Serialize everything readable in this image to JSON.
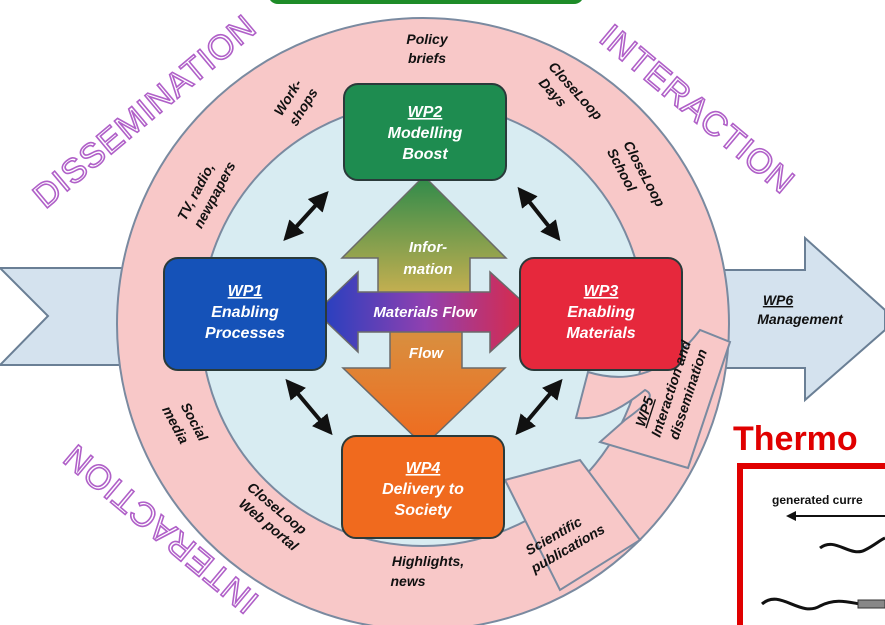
{
  "work_packages": {
    "wp1": {
      "code": "WP1",
      "line1": "Enabling",
      "line2": "Processes",
      "color": "#1552b8"
    },
    "wp2": {
      "code": "WP2",
      "line1": "Modelling",
      "line2": "Boost",
      "color": "#1e8c50"
    },
    "wp3": {
      "code": "WP3",
      "line1": "Enabling",
      "line2": "Materials",
      "color": "#e6283c"
    },
    "wp4": {
      "code": "WP4",
      "line1": "Delivery to",
      "line2": "Society",
      "color": "#f06a1e"
    },
    "wp5": {
      "code": "WP5",
      "line1": "Interaction and",
      "line2": "dissemination"
    },
    "wp6": {
      "code": "WP6",
      "line1": "Management"
    }
  },
  "center_arrows": {
    "information": {
      "line1": "Infor-",
      "line2": "mation"
    },
    "materials_flow": "Materials Flow",
    "flow": "Flow"
  },
  "ring_labels": {
    "policy_briefs": {
      "line1": "Policy",
      "line2": "briefs"
    },
    "workshops": {
      "line1": "Work-",
      "line2": "shops"
    },
    "closeloop_days": {
      "line1": "CloseLoop",
      "line2": "Days"
    },
    "closeloop_school": {
      "line1": "CloseLoop",
      "line2": "School"
    },
    "media": {
      "line1": "TV, radio,",
      "line2": "newpapers"
    },
    "social_media": {
      "line1": "Social",
      "line2": "media"
    },
    "web_portal": {
      "line1": "CloseLoop",
      "line2": "Web portal"
    },
    "highlights": {
      "line1": "Highlights,",
      "line2": "news"
    },
    "publications": {
      "line1": "Scientific",
      "line2": "publications"
    }
  },
  "big_words": {
    "dissemination": "DISSEMINATION",
    "interaction_top": "INTERACTION",
    "interaction_bottom": "INTERACTION"
  },
  "thermo": {
    "title": "Thermo",
    "label": "generated curre"
  },
  "colors": {
    "outer_ring": "#f8c8c8",
    "inner_circle": "#d8ecf2",
    "side_arrow": "#d4e2ee",
    "purple_text": "#b060c8"
  }
}
